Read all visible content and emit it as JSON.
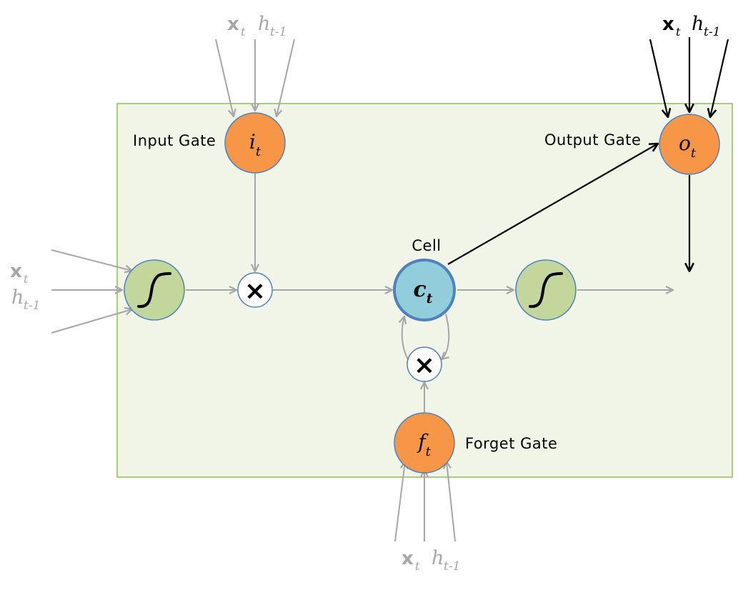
{
  "labels": {
    "input_gate": "Input Gate",
    "output_gate": "Output Gate",
    "forget_gate": "Forget Gate",
    "cell": "Cell"
  },
  "symbols": {
    "input_gate": {
      "base": "i",
      "sub": "t"
    },
    "output_gate": {
      "base": "o",
      "sub": "t"
    },
    "forget_gate": {
      "base": "f",
      "sub": "t"
    },
    "cell": {
      "base": "c",
      "sub": "t"
    },
    "multiply": "×"
  },
  "inputs": {
    "x": "x",
    "x_sub": "t",
    "h": "h",
    "h_sub": "t-1"
  },
  "colors": {
    "panel_fill": "#f0f5e8",
    "panel_border": "#8fbf4f",
    "gate_fill": "#f79646",
    "gate_stroke": "#4f81bd",
    "squash_fill": "#c3d69b",
    "cell_fill": "#92cddc",
    "cell_stroke": "#4f81bd",
    "gray_arrow": "#a6a6a6",
    "black_arrow": "#000000",
    "gray_text": "#a6a6a6"
  }
}
